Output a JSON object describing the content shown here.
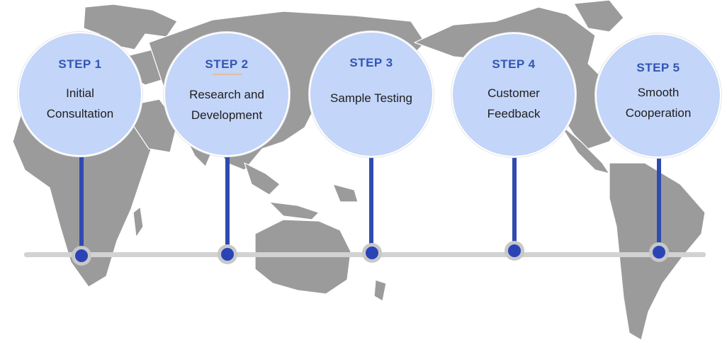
{
  "colors": {
    "circle_fill": "#c3d5f8",
    "step_label": "#3256b4",
    "stem": "#2f4bb0",
    "node": "#2a44b6",
    "timeline": "#d2d2d2",
    "map_land": "#9b9b9b"
  },
  "steps": [
    {
      "label": "STEP 1",
      "text": "Initial\nConsultation"
    },
    {
      "label": "STEP 2",
      "text": "Research and\nDevelopment"
    },
    {
      "label": "STEP 3",
      "text": "Sample Testing"
    },
    {
      "label": "STEP 4",
      "text": "Customer\nFeedback"
    },
    {
      "label": "STEP 5",
      "text": "Smooth\nCooperation"
    }
  ]
}
